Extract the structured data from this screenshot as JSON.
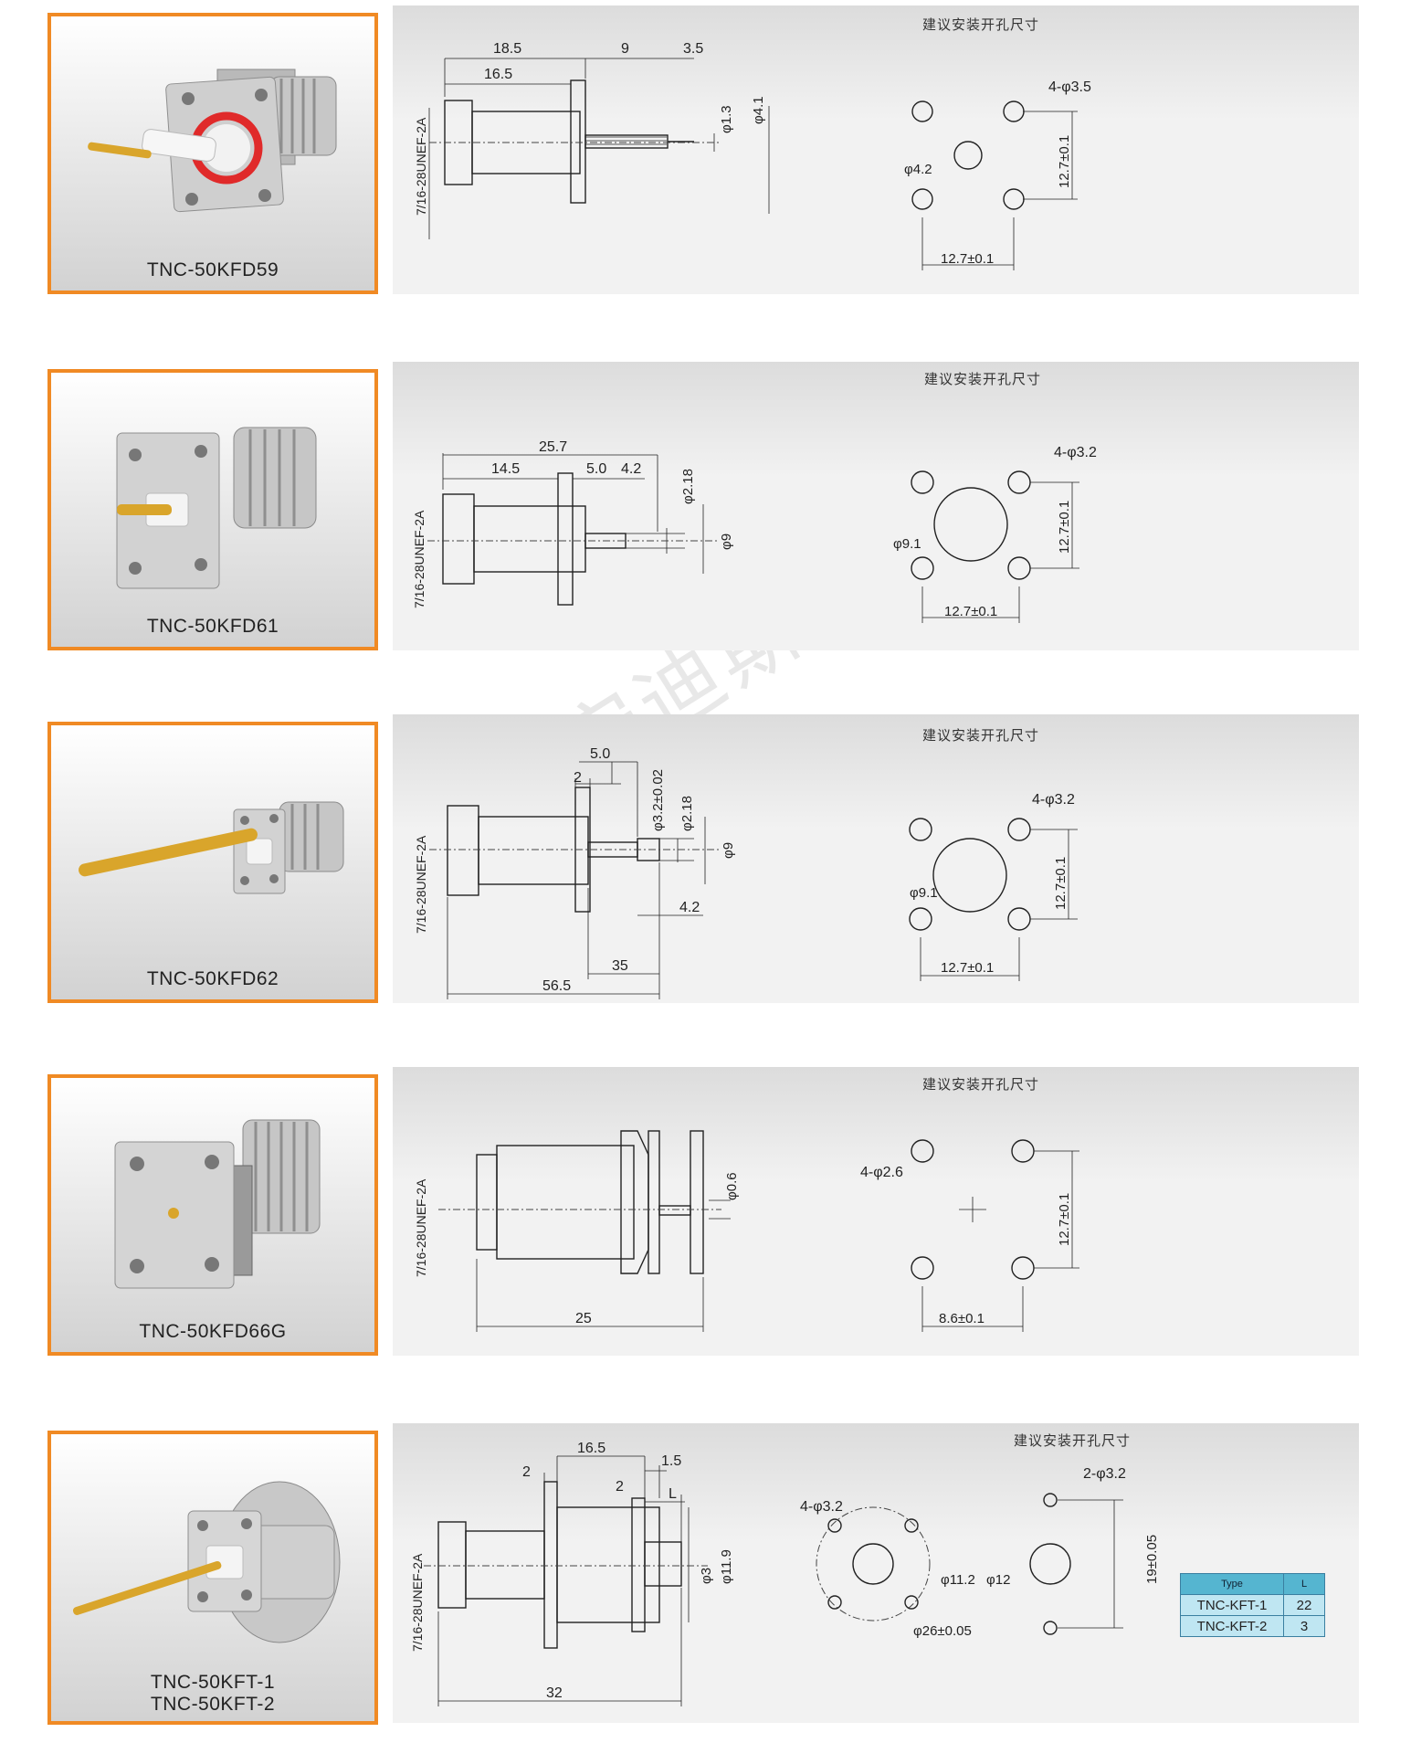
{
  "watermark": "西安迪斯电子",
  "products": [
    {
      "name": "TNC-50KFD59",
      "hint": "建议安装开孔尺寸",
      "thread": "7/16-28UNEF-2A",
      "dims": [
        "18.5",
        "16.5",
        "9",
        "3.5",
        "φ1.3",
        "φ4.1",
        "4-φ3.5",
        "φ4.2",
        "12.7±0.1",
        "12.7±0.1"
      ]
    },
    {
      "name": "TNC-50KFD61",
      "hint": "建议安装开孔尺寸",
      "thread": "7/16-28UNEF-2A",
      "dims": [
        "25.7",
        "14.5",
        "5.0",
        "4.2",
        "φ2.18",
        "φ9",
        "4-φ3.2",
        "φ9.1",
        "12.7±0.1",
        "12.7±0.1"
      ]
    },
    {
      "name": "TNC-50KFD62",
      "hint": "建议安装开孔尺寸",
      "thread": "7/16-28UNEF-2A",
      "dims": [
        "5.0",
        "2",
        "φ3.2±0.02",
        "φ2.18",
        "φ9",
        "4.2",
        "35",
        "56.5",
        "4-φ3.2",
        "φ9.1",
        "12.7±0.1",
        "12.7±0.1"
      ]
    },
    {
      "name": "TNC-50KFD66G",
      "hint": "建议安装开孔尺寸",
      "thread": "7/16-28UNEF-2A",
      "dims": [
        "φ0.6",
        "25",
        "4-φ2.6",
        "12.7±0.1",
        "8.6±0.1"
      ]
    },
    {
      "name_line1": "TNC-50KFT-1",
      "name_line2": "TNC-50KFT-2",
      "hint": "建议安装开孔尺寸",
      "thread": "7/16-28UNEF-2A",
      "dims": [
        "16.5",
        "2",
        "2",
        "1.5",
        "L",
        "φ3",
        "φ11.9",
        "32",
        "4-φ3.2",
        "φ11.2",
        "φ12",
        "φ26±0.05",
        "2-φ3.2",
        "19±0.05"
      ],
      "table": {
        "headers": [
          "Type",
          "L"
        ],
        "rows": [
          [
            "TNC-KFT-1",
            "22"
          ],
          [
            "TNC-KFT-2",
            "3"
          ]
        ]
      }
    }
  ],
  "colors": {
    "frame": "#f08a24",
    "panel": "#eeeeee",
    "table_header": "#55b5d0",
    "table_cell": "#bfe6f2"
  }
}
